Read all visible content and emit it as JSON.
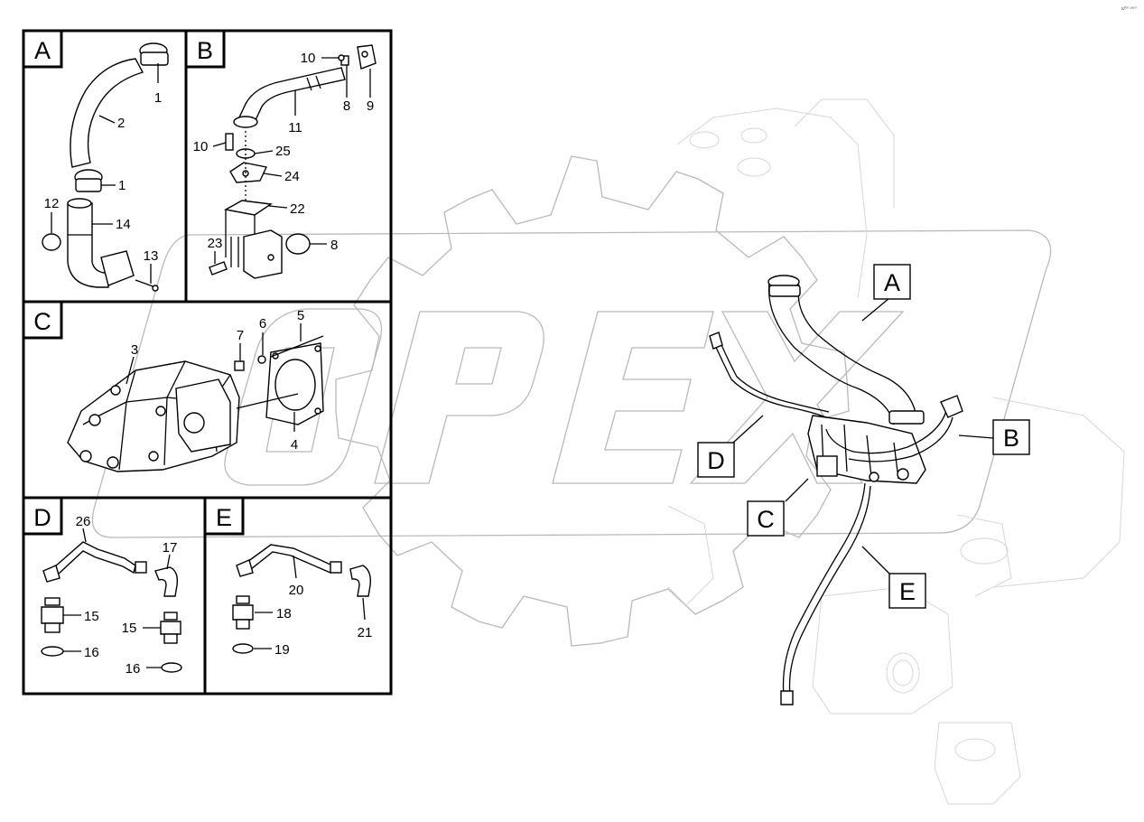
{
  "corner_code": "x/⁰⁰ ¹⁰¹⁰",
  "watermark": {
    "text": "OPEX"
  },
  "panels": [
    {
      "letter": "A",
      "callouts": [
        "1",
        "2",
        "1",
        "12",
        "14",
        "13"
      ]
    },
    {
      "letter": "B",
      "callouts": [
        "10",
        "8",
        "9",
        "11",
        "10",
        "25",
        "24",
        "22",
        "23",
        "8"
      ]
    },
    {
      "letter": "C",
      "callouts": [
        "3",
        "7",
        "6",
        "5",
        "4"
      ]
    },
    {
      "letter": "D",
      "callouts": [
        "26",
        "17",
        "15",
        "15",
        "16",
        "16"
      ]
    },
    {
      "letter": "E",
      "callouts": [
        "20",
        "18",
        "21",
        "19"
      ]
    }
  ],
  "overview": {
    "labels": [
      "A",
      "B",
      "C",
      "D",
      "E"
    ]
  }
}
